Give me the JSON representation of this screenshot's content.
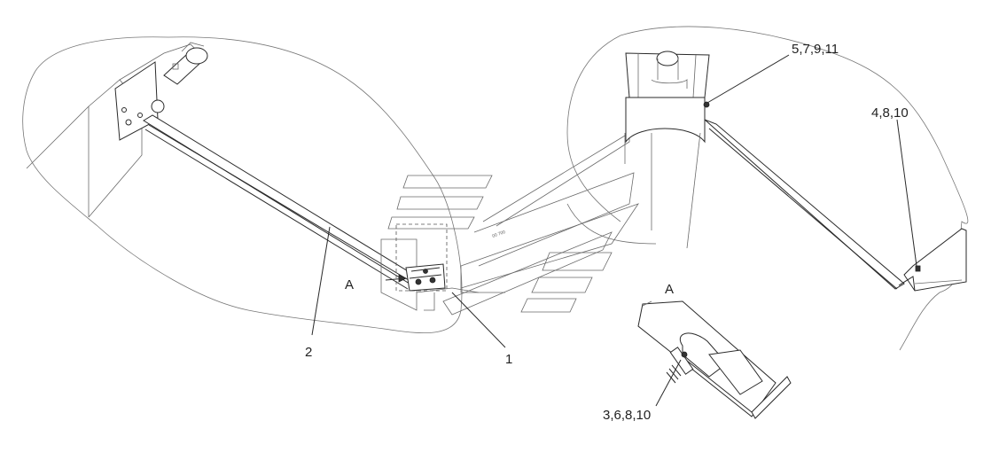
{
  "callouts": {
    "part_1": "1",
    "part_2": "2",
    "view_arrow": "A",
    "view_title": "A",
    "group_5_7_9_11": "5,7,9,11",
    "group_4_8_10": "4,8,10",
    "group_3_6_8_10": "3,6,8,10"
  },
  "colors": {
    "line": "#2a2a2a",
    "background": "#ffffff"
  }
}
